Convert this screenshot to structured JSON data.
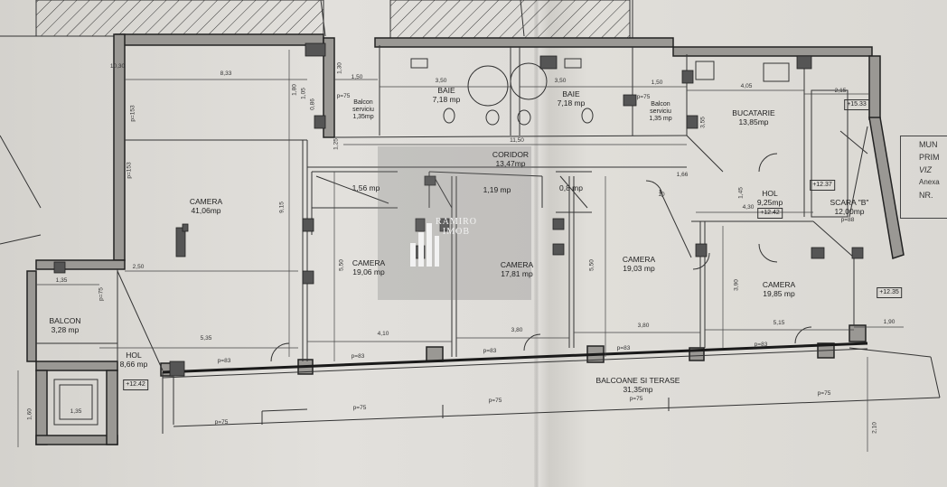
{
  "watermark": {
    "line1": "RAMIRO",
    "line2": "IMOB"
  },
  "titleblock": {
    "line1": "MUN",
    "line2": "PRIM",
    "line3": "VIZ",
    "line4": "Anexa",
    "line5": "NR."
  },
  "rooms": {
    "camera_big": {
      "name": "CAMERA",
      "area": "41,06mp"
    },
    "balcon_left": {
      "name": "BALCON",
      "area": "3,28 mp"
    },
    "hol_left": {
      "name": "HOL",
      "area": "8,66 mp"
    },
    "hol_left_level": "+12.42",
    "camera_2": {
      "name": "CAMERA",
      "area": "19,06 mp"
    },
    "camera_3": {
      "name": "CAMERA",
      "area": "17,81 mp"
    },
    "camera_4": {
      "name": "CAMERA",
      "area": "19,03 mp"
    },
    "camera_5": {
      "name": "CAMERA",
      "area": "19,85 mp"
    },
    "coridor": {
      "name": "CORIDOR",
      "area": "13,47mp"
    },
    "baie_1": {
      "name": "BAIE",
      "area": "7,18 mp"
    },
    "baie_2": {
      "name": "BAIE",
      "area": "7,18 mp"
    },
    "balcon_serviciu_1": {
      "name": "Balcon serviciu",
      "area": "1,35mp"
    },
    "balcon_serviciu_2": {
      "name": "Balcon serviciu",
      "area": "1,35 mp"
    },
    "bucatarie": {
      "name": "BUCATARIE",
      "area": "13,85mp"
    },
    "hol_right": {
      "name": "HOL",
      "area": "9,25mp"
    },
    "hol_right_level": "+12.42",
    "scara": {
      "name": "SCARA \"B\"",
      "area": "12,00mp"
    },
    "balcoane": {
      "name": "BALCOANE SI TERASE",
      "area": "31,35mp"
    },
    "closet_1": "1,56 mp",
    "closet_2": "1,19 mp",
    "closet_3": "0,8 mp"
  },
  "levels": {
    "top": "+15.33",
    "stair": "+12.37",
    "right": "+12.35"
  },
  "dims": {
    "d833": "8,33",
    "d350a": "3,50",
    "d350b": "3,50",
    "d150a": "1,50",
    "d150b": "1,50",
    "d405": "4,05",
    "d215": "2,15",
    "d1150": "11,50",
    "d915": "9,15",
    "d250": "2,50",
    "d135a": "1,35",
    "d535": "5,35",
    "d410": "4,10",
    "d380a": "3,80",
    "d380b": "3,80",
    "d515": "5,15",
    "d190": "1,90",
    "d550a": "5,50",
    "d550b": "5,50",
    "d430": "4,30",
    "d145": "1,45",
    "d390": "3,90",
    "d210": "2,10",
    "d1030": "10,30",
    "d160": "1,60",
    "d135b": "1,35",
    "d180": "1,80",
    "d105": "1,05",
    "d130": "1,30",
    "d125": "1,25",
    "d086": "0,86",
    "d355": "3,55",
    "d166": "1,66",
    "d010": "10"
  },
  "p_labels": {
    "p153a": "p=153",
    "p153b": "p=153",
    "p83a": "p=83",
    "p83b": "p=83",
    "p83c": "p=83",
    "p83d": "p=83",
    "p83e": "p=83",
    "p75a": "p=75",
    "p75b": "p=75",
    "p75c": "p=75",
    "p75d": "p=75",
    "p75e": "p=75",
    "p75f": "p=75",
    "p88": "p=88",
    "p75g": "p=75",
    "p75h": "p=75"
  }
}
